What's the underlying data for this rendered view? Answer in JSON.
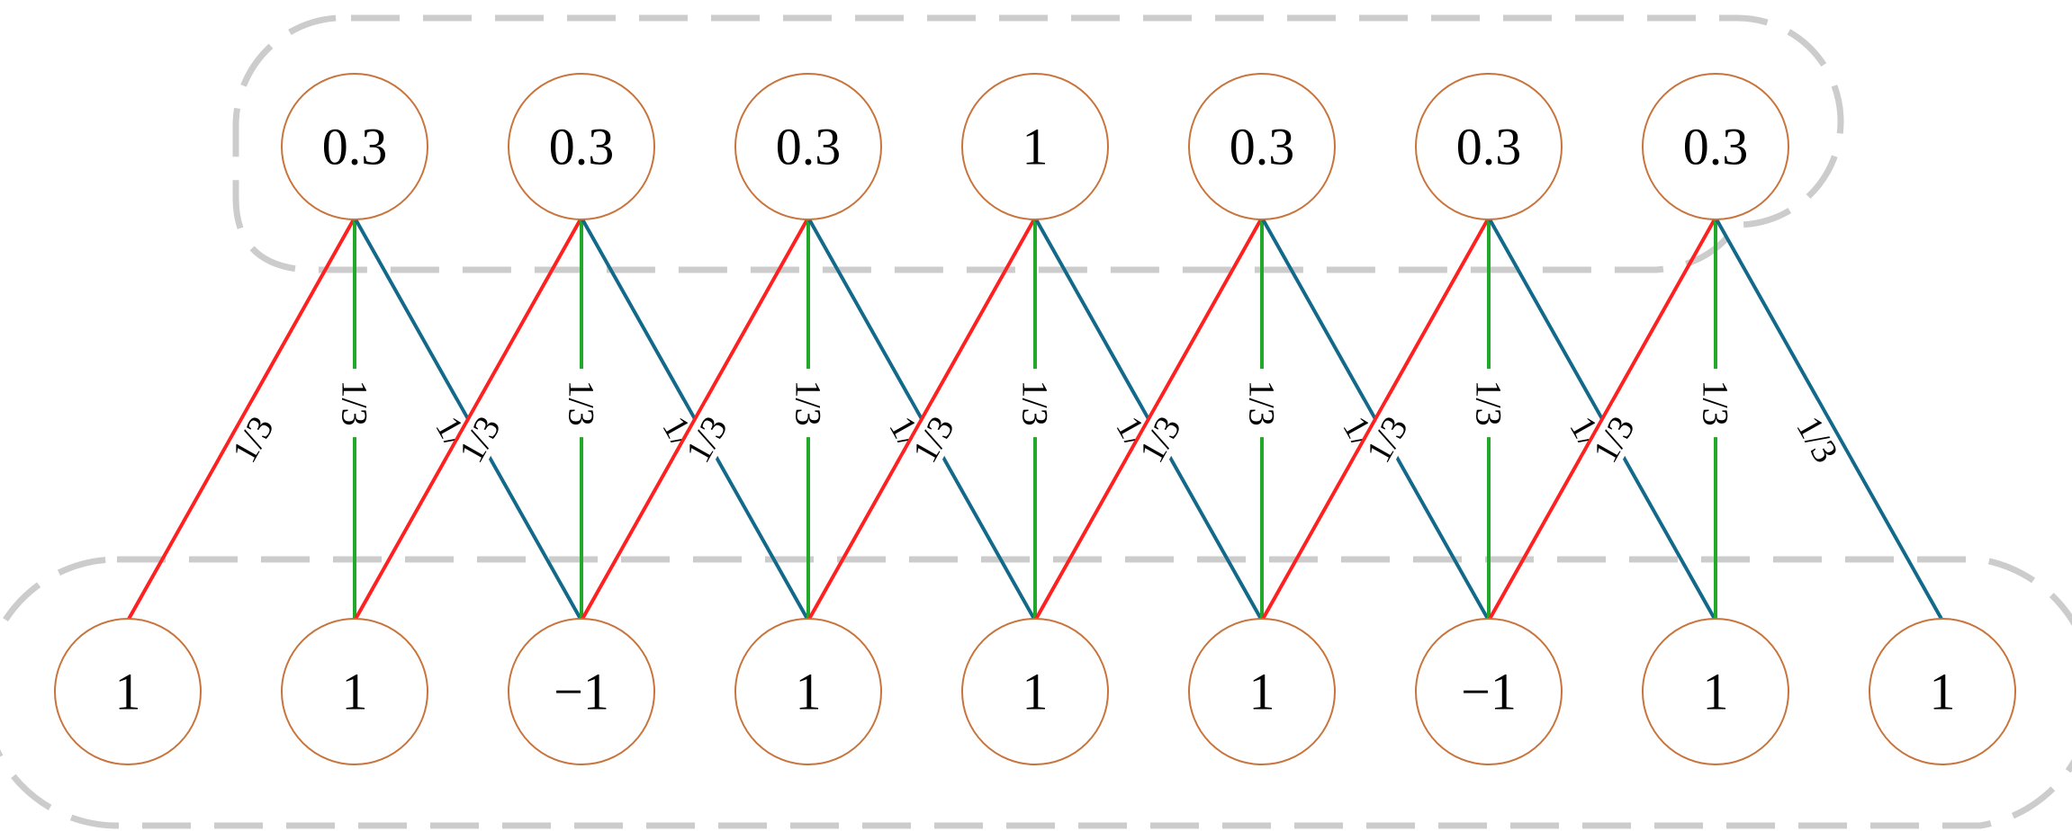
{
  "diagram": {
    "top_nodes": [
      "0.3",
      "0.3",
      "0.3",
      "1",
      "0.3",
      "0.3",
      "0.3"
    ],
    "bottom_nodes": [
      "1",
      "1",
      "−1",
      "1",
      "1",
      "1",
      "−1",
      "1",
      "1"
    ],
    "edge_weight": "1/3",
    "colors": {
      "edge_left": "#ff2020",
      "edge_vertical": "#22a82a",
      "edge_right": "#13698a",
      "node_border": "#c8743c",
      "group_outline": "#cccccc"
    }
  }
}
